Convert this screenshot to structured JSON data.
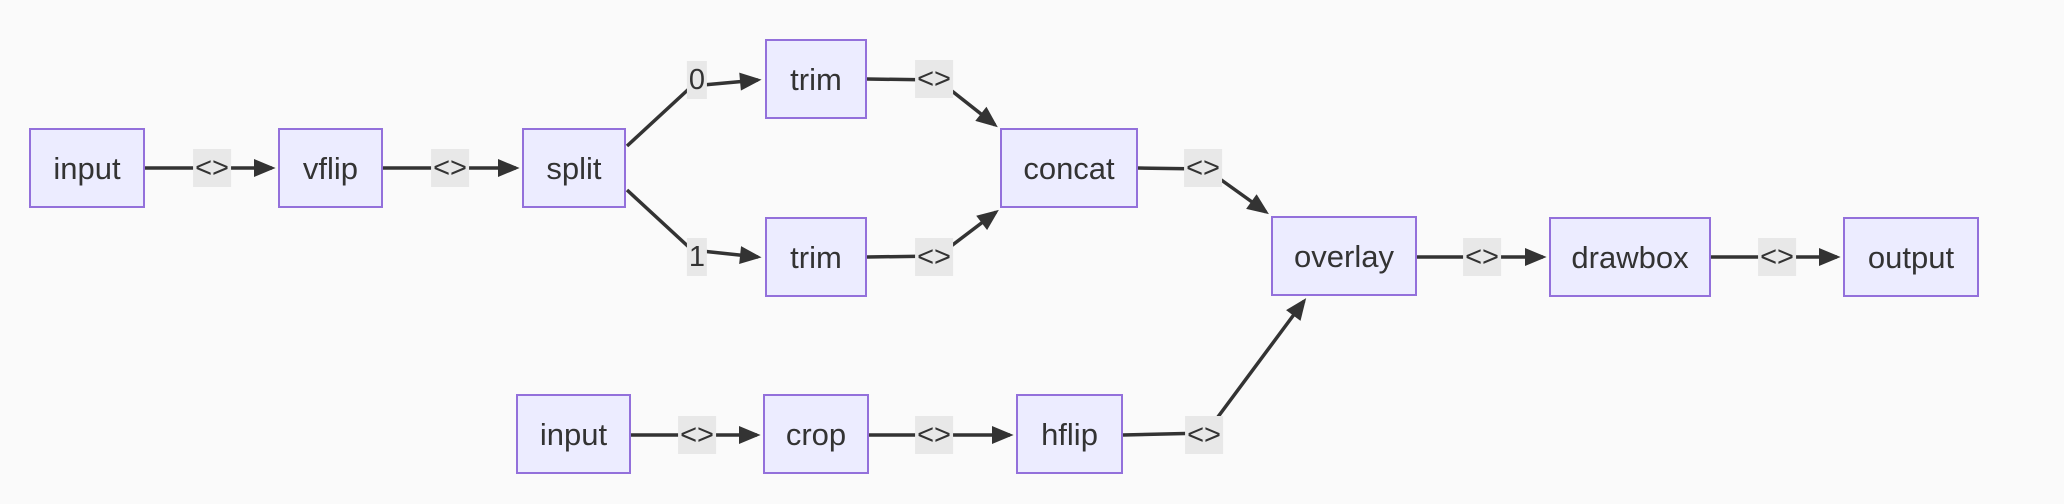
{
  "diagram": {
    "type": "flowchart",
    "direction": "left-to-right",
    "description": "Video filter graph: two inputs flow through flip/trim/crop filters, merge via concat and overlay, then drawbox to output",
    "nodes": {
      "input_main": {
        "label": "input"
      },
      "vflip": {
        "label": "vflip"
      },
      "split": {
        "label": "split"
      },
      "trim_top": {
        "label": "trim"
      },
      "trim_bottom": {
        "label": "trim"
      },
      "concat": {
        "label": "concat"
      },
      "overlay": {
        "label": "overlay"
      },
      "input_overlay": {
        "label": "input"
      },
      "crop": {
        "label": "crop"
      },
      "hflip": {
        "label": "hflip"
      },
      "drawbox": {
        "label": "drawbox"
      },
      "output": {
        "label": "output"
      }
    },
    "edges": [
      {
        "from": "input_main",
        "to": "vflip",
        "label": "<>"
      },
      {
        "from": "vflip",
        "to": "split",
        "label": "<>"
      },
      {
        "from": "split",
        "to": "trim_top",
        "label": "0"
      },
      {
        "from": "trim_top",
        "to": "concat",
        "label": "<>"
      },
      {
        "from": "split",
        "to": "trim_bottom",
        "label": "1"
      },
      {
        "from": "trim_bottom",
        "to": "concat",
        "label": "<>"
      },
      {
        "from": "concat",
        "to": "overlay",
        "label": "<>"
      },
      {
        "from": "input_overlay",
        "to": "crop",
        "label": "<>"
      },
      {
        "from": "crop",
        "to": "hflip",
        "label": "<>"
      },
      {
        "from": "hflip",
        "to": "overlay",
        "label": "<>"
      },
      {
        "from": "overlay",
        "to": "drawbox",
        "label": "<>"
      },
      {
        "from": "drawbox",
        "to": "output",
        "label": "<>"
      }
    ],
    "colors": {
      "background": "#FAFAFA",
      "node_fill": "#ECECFF",
      "node_border": "#9370DB",
      "node_text": "#333333",
      "edge": "#333333",
      "edge_label_bg": "#E8E8E8"
    }
  }
}
